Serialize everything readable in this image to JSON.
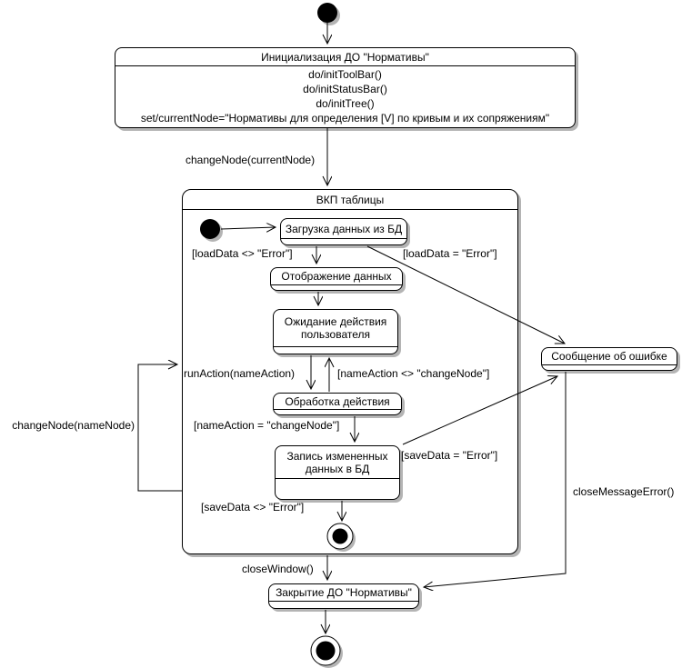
{
  "diagram": {
    "states": {
      "init": {
        "title": "Инициализация ДО \"Нормативы\"",
        "actions": [
          "do/initToolBar()",
          "do/initStatusBar()",
          "do/initTree()",
          "set/currentNode=\"Нормативы для определения [V] по кривым и их сопряжениям\""
        ]
      },
      "vkp": {
        "title": "ВКП таблицы"
      },
      "load": {
        "title": "Загрузка данных из БД"
      },
      "display": {
        "title": "Отображение данных"
      },
      "wait": {
        "line1": "Ожидание действия",
        "line2": "пользователя"
      },
      "process": {
        "title": "Обработка действия"
      },
      "save": {
        "line1": "Запись измененных",
        "line2": "данных в БД"
      },
      "error": {
        "title": "Сообщение об ошибке"
      },
      "close": {
        "title": "Закрытие ДО \"Нормативы\""
      }
    },
    "transitions": {
      "change_node_current": "changeNode(currentNode)",
      "load_ok": "[loadData <> \"Error\"]",
      "load_err": "[loadData = \"Error\"]",
      "run_action": "runAction(nameAction)",
      "action_ne": "[nameAction <> \"changeNode\"]",
      "action_eq": "[nameAction = \"changeNode\"]",
      "save_err": "[saveData = \"Error\"]",
      "save_ok": "[saveData <> \"Error\"]",
      "change_node_name": "changeNode(nameNode)",
      "close_window": "closeWindow()",
      "close_message_error": "closeMessageError()"
    },
    "colors": {
      "line": "#000000",
      "fill": "#ffffff",
      "shadow": "#b4b4b4"
    }
  }
}
